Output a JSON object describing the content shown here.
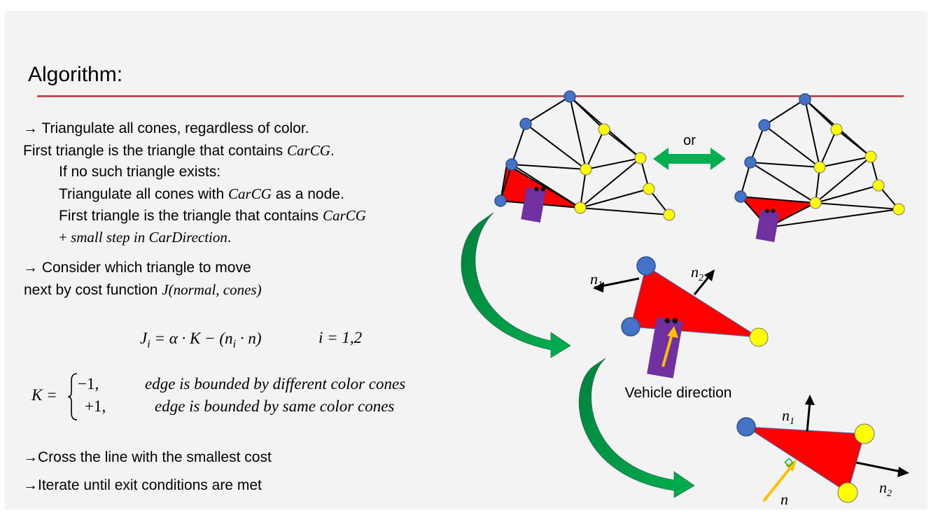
{
  "title": "Algorithm:",
  "text": {
    "l1": "→ Triangulate all cones, regardless of color.",
    "l2_pre": "First triangle is the triangle that contains ",
    "l2_math": "CarCG",
    "l2_post": ".",
    "l3": "If no such triangle exists:",
    "l4_pre": "Triangulate all cones with ",
    "l4_math": "CarCG",
    "l4_post": " as a node.",
    "l5_pre": "First triangle is the triangle that contains ",
    "l5_math": "CarCG",
    "l6_plus": "+ ",
    "l6_math": "small step in CarDirection",
    "l6_post": ".",
    "l7": "→ Consider which triangle to move",
    "l8_pre": "next by cost function ",
    "l8_math": "J",
    "l8_args": "(normal, cones)",
    "eq_J_left": "J",
    "eq_J_sub": "i",
    "eq_J_rhs1": " = α · K − (n",
    "eq_J_rhs2": " · n)",
    "eq_J_cond": "i = 1,2",
    "eq_K_left": "K =",
    "eq_K_c1": "−1,",
    "eq_K_d1": "edge is bounded by different color cones",
    "eq_K_c2": "+1,",
    "eq_K_d2": "edge is bounded by same color cones",
    "l9": "→Cross the line with the smallest cost",
    "l10": "→Iterate until exit conditions are met"
  },
  "figure": {
    "or_label": "or",
    "vehicle_direction": "Vehicle direction",
    "n1": "n",
    "n1_sub": "1",
    "n2": "n",
    "n2_sub": "2",
    "n": "n"
  },
  "colors": {
    "blue_cone": "#4472c4",
    "yellow_cone": "#ffff00",
    "triangle_red": "#ff0000",
    "vehicle_purple": "#7030a0",
    "arrow_green": "#00b050",
    "arrow_dark_green": "#00803c",
    "orange_arrow": "#ffc000",
    "rule": "#c0504d"
  }
}
